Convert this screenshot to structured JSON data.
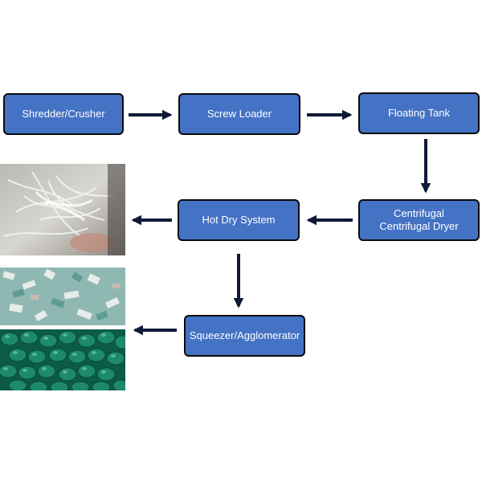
{
  "flowchart": {
    "nodes": [
      {
        "id": "shredder",
        "lines": [
          "Shredder/Crusher"
        ]
      },
      {
        "id": "screw",
        "lines": [
          "Screw Loader"
        ]
      },
      {
        "id": "floating",
        "lines": [
          "Floating Tank"
        ]
      },
      {
        "id": "centrifugal",
        "lines": [
          "Centrifugal",
          "Centrifugal Dryer"
        ]
      },
      {
        "id": "hotdry",
        "lines": [
          "Hot Dry System"
        ]
      },
      {
        "id": "squeezer",
        "lines": [
          "Squeezer/Agglomerator"
        ]
      }
    ],
    "edges": [
      {
        "from": "shredder",
        "to": "screw"
      },
      {
        "from": "screw",
        "to": "floating"
      },
      {
        "from": "floating",
        "to": "centrifugal"
      },
      {
        "from": "centrifugal",
        "to": "hotdry"
      },
      {
        "from": "hotdry",
        "to": "fibers-photo"
      },
      {
        "from": "hotdry",
        "to": "squeezer"
      },
      {
        "from": "squeezer",
        "to": "pellets-photo"
      }
    ]
  },
  "photos": [
    {
      "id": "fibers-photo",
      "subject": "white plastic fibers"
    },
    {
      "id": "flakes-photo",
      "subject": "green and white plastic flakes"
    },
    {
      "id": "pellets-photo",
      "subject": "green plastic pellets"
    }
  ],
  "colors": {
    "box_fill": "#4472c4",
    "box_border": "#0b0b0b",
    "box_text": "#ffffff",
    "arrow": "#0e1a36"
  }
}
